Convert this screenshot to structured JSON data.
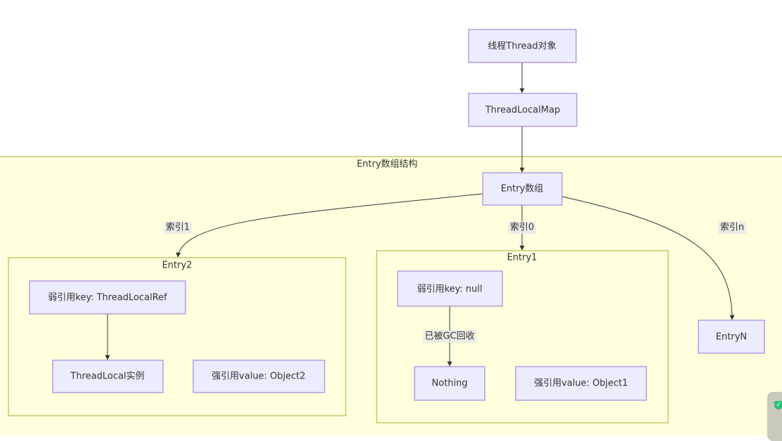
{
  "nodes": {
    "thread": "线程Thread对象",
    "map": "ThreadLocalMap",
    "entry_array": "Entry数组",
    "key_ref": "弱引用key: ThreadLocalRef",
    "tl_instance": "ThreadLocal实例",
    "value2": "强引用value: Object2",
    "key_null": "弱引用key: null",
    "nothing": "Nothing",
    "value1": "强引用value: Object1",
    "entry_n": "EntryN"
  },
  "clusters": {
    "outer": "Entry数组结构",
    "entry2": "Entry2",
    "entry1": "Entry1"
  },
  "edge_labels": {
    "index1": "索引1",
    "index0": "索引0",
    "indexn": "索引n",
    "gc": "已被GC回收"
  },
  "colors": {
    "node_fill": "#ececff",
    "node_stroke": "#9370db",
    "cluster_fill": "#ffffde",
    "cluster_stroke": "#aaaa33"
  }
}
